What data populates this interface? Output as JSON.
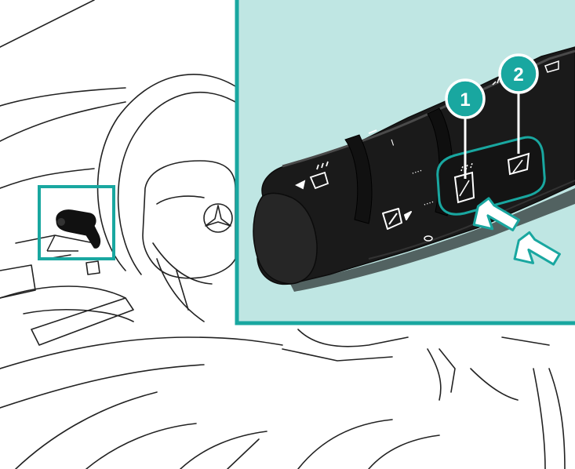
{
  "illustration": {
    "subject": "multifunction-stalk-rear-wiper",
    "accent_color": "#19a7a0",
    "inset_bg_color": "#bfe6e3"
  },
  "callouts": [
    {
      "label": "1",
      "icon": "rear-wiper-washer-icon"
    },
    {
      "label": "2",
      "icon": "rear-wiper-icon"
    }
  ],
  "stalk_markings": {
    "interval": "I",
    "dots": "...."
  }
}
